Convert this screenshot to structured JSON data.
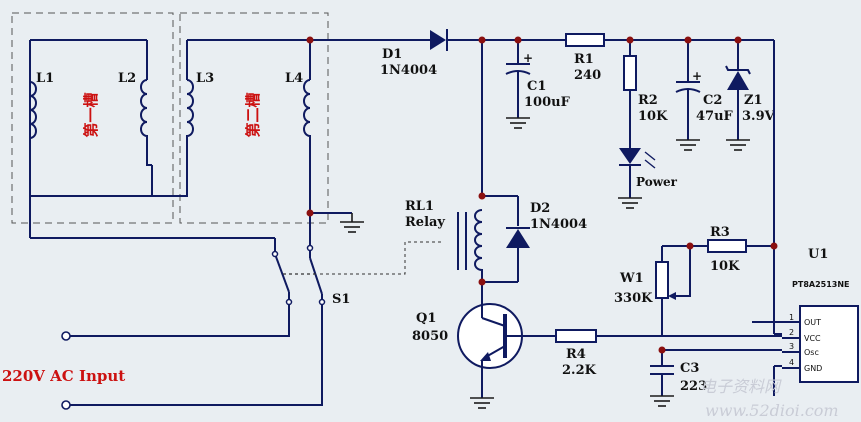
{
  "slots": {
    "slot1": "第一槽",
    "slot2": "第二槽"
  },
  "inductors": {
    "l1": "L1",
    "l2": "L2",
    "l3": "L3",
    "l4": "L4"
  },
  "d1": {
    "ref": "D1",
    "part": "1N4004"
  },
  "d2": {
    "ref": "D2",
    "part": "1N4004"
  },
  "r1": {
    "ref": "R1",
    "value": "240"
  },
  "r2": {
    "ref": "R2",
    "value": "10K"
  },
  "r3": {
    "ref": "R3",
    "value": "10K"
  },
  "r4": {
    "ref": "R4",
    "value": "2.2K"
  },
  "c1": {
    "ref": "C1",
    "value": "100uF"
  },
  "c2": {
    "ref": "C2",
    "value": "47uF"
  },
  "c3": {
    "ref": "C3",
    "value": "223"
  },
  "z1": {
    "ref": "Z1",
    "value": "3.9V"
  },
  "led": {
    "label": "Power"
  },
  "relay": {
    "ref": "RL1",
    "name": "Relay"
  },
  "q1": {
    "ref": "Q1",
    "part": "8050"
  },
  "w1": {
    "ref": "W1",
    "value": "330K"
  },
  "s1": {
    "ref": "S1"
  },
  "u1": {
    "ref": "U1",
    "part": "PT8A2513NE",
    "pins": [
      "OUT",
      "VCC",
      "Osc",
      "GND"
    ],
    "pin_numbers": [
      "1",
      "2",
      "3",
      "4"
    ]
  },
  "input": {
    "label": "220V AC Input"
  },
  "watermark": {
    "text": "电子资料网",
    "url": "www.52dioi.com"
  },
  "colors": {
    "wire": "#0f1a60",
    "junction": "#8b1010",
    "label_red": "#cc1111",
    "background": "#e9eef2"
  }
}
